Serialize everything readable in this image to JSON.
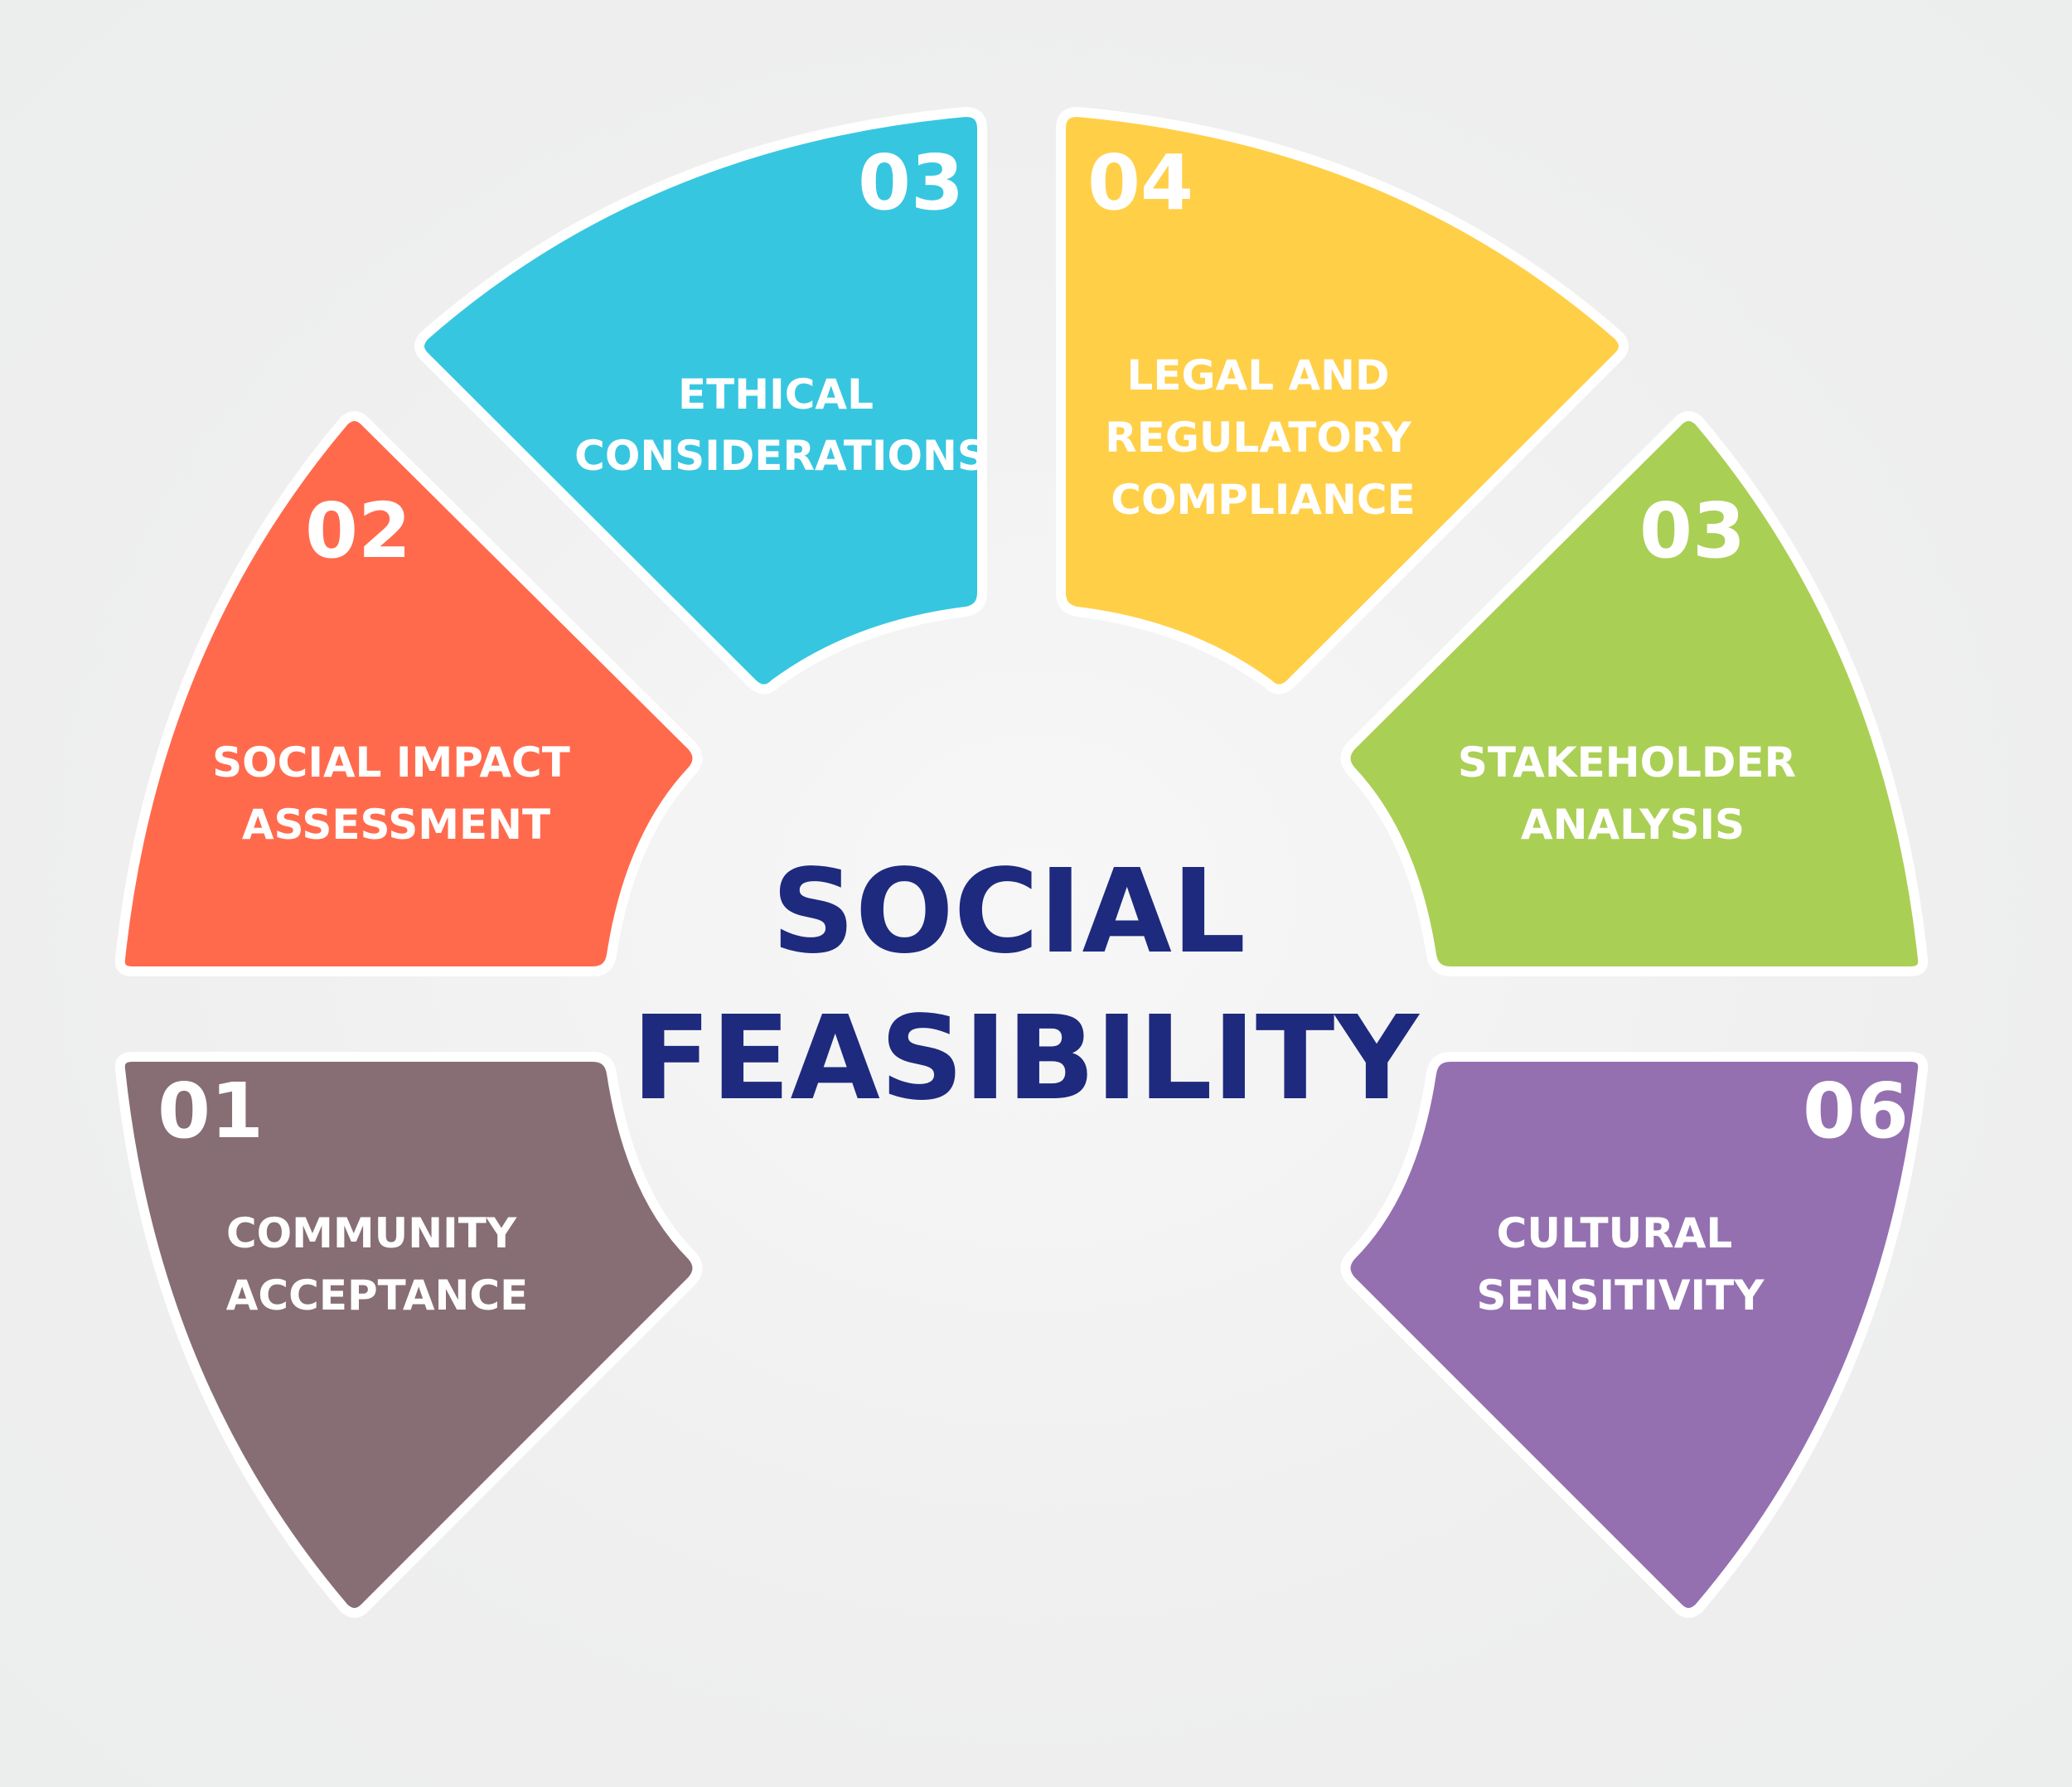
{
  "title": {
    "line1": "SOCIAL",
    "line2": "FEASIBILITY"
  },
  "colors": {
    "title": "#1e2a7e",
    "community": "#876d74",
    "social_impact": "#ff6a4d",
    "ethical": "#37c6e0",
    "legal": "#ffcf47",
    "stakeholder": "#aacf55",
    "cultural": "#9470b0"
  },
  "segments": [
    {
      "number": "01",
      "label_lines": [
        "COMMUNITY",
        "ACCEPTANCE"
      ]
    },
    {
      "number": "02",
      "label_lines": [
        "SOCIAL IMPACT",
        "ASSESSMENT"
      ]
    },
    {
      "number": "03",
      "label_lines": [
        "ETHICAL",
        "CONSIDERATIONS"
      ]
    },
    {
      "number": "04",
      "label_lines": [
        "LEGAL AND",
        "REGULATORY",
        "COMPLIANCE"
      ]
    },
    {
      "number": "03",
      "label_lines": [
        "STAKEHOLDER",
        "ANALYSIS"
      ]
    },
    {
      "number": "06",
      "label_lines": [
        "CULTURAL",
        "SENSITIVITY"
      ]
    }
  ]
}
